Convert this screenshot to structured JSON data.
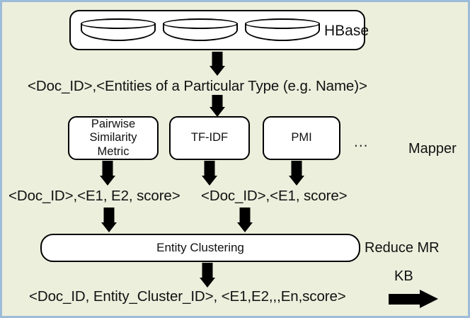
{
  "figure": {
    "title": "MapReduce entity clustering pipeline",
    "background_color": "#ecefdc",
    "border_color": "#9dbcd8",
    "stroke_color": "#000000",
    "box_fill": "#ffffff"
  },
  "storage": {
    "label": "HBase",
    "stores": [
      {
        "name": "hbase-store-1"
      },
      {
        "name": "hbase-store-2"
      },
      {
        "name": "hbase-store-3"
      }
    ]
  },
  "flows": {
    "from_storage": "<Doc_ID>,<Entities of a Particular Type (e.g. Name)>",
    "pairwise_output": "<Doc_ID>,<E1, E2, score>",
    "single_output": "<Doc_ID>,<E1, score>",
    "final_output": "<Doc_ID, Entity_Cluster_ID>, <E1,E2,,,En,score>"
  },
  "mapper": {
    "label": "Mapper",
    "boxes": [
      {
        "id": "pairwise",
        "label": "Pairwise\nSimilarity\nMetric",
        "lines": [
          "Pairwise",
          "Similarity",
          "Metric"
        ]
      },
      {
        "id": "tfidf",
        "label": "TF-IDF",
        "lines": [
          "TF-IDF"
        ]
      },
      {
        "id": "pmi",
        "label": "PMI",
        "lines": [
          "PMI"
        ]
      }
    ],
    "more_indicator": "..."
  },
  "reducer": {
    "box_label": "Entity Clustering",
    "label": "Reduce MR",
    "knowledge_base_label": "KB"
  },
  "icons": {
    "arrow_down": "arrow-down-icon",
    "arrow_right": "arrow-right-icon",
    "database": "database-cylinder-icon"
  }
}
